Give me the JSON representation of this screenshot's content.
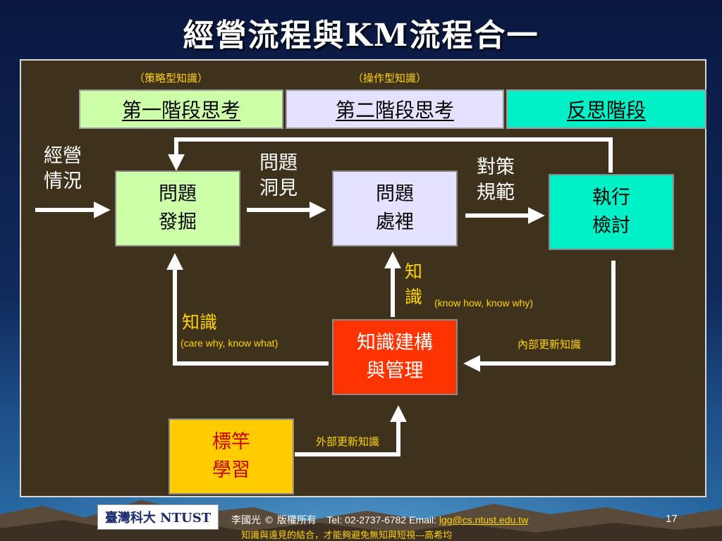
{
  "title": "經營流程與KM流程合一",
  "captions": {
    "strategic": "（策略型知識）",
    "operational": "（操作型知識）"
  },
  "headers": [
    {
      "label": "第一階段思考",
      "color": "#ccffa8"
    },
    {
      "label": "第二階段思考",
      "color": "#e4e2ff"
    },
    {
      "label": "反思階段",
      "color": "#00f0c8"
    }
  ],
  "nodes": {
    "discover": {
      "line1": "問題",
      "line2": "發掘",
      "color": "#ccffa8"
    },
    "handle": {
      "line1": "問題",
      "line2": "處裡",
      "color": "#e4e2ff"
    },
    "review": {
      "line1": "執行",
      "line2": "檢討",
      "color": "#00f0c8"
    },
    "km": {
      "line1": "知識建構",
      "line2": "與管理",
      "color": "#ff3300"
    },
    "benchmark": {
      "line1": "標竿",
      "line2": "學習",
      "color": "#ffcc00"
    }
  },
  "labels": {
    "business_1": "經營",
    "business_2": "情況",
    "insight_1": "問題",
    "insight_2": "洞見",
    "policy_1": "對策",
    "policy_2": "規範",
    "know_left": "知識",
    "know_left_sub": "(care why,  know what)",
    "know_mid_1": "知",
    "know_mid_2": "識",
    "know_mid_sub": "(know how, know why)",
    "internal_update": "內部更新知識",
    "external_update": "外部更新知識"
  },
  "footer": {
    "logo": "臺灣科大 NTUST",
    "author": "李國光  © 版權所有",
    "contact": "Tel: 02-2737-6782  Email: ",
    "email": "lgg@cs.ntust.edu.tw",
    "page": "17",
    "motto": "知識與遠見的結合，才能夠避免無知與短視---高希均"
  }
}
